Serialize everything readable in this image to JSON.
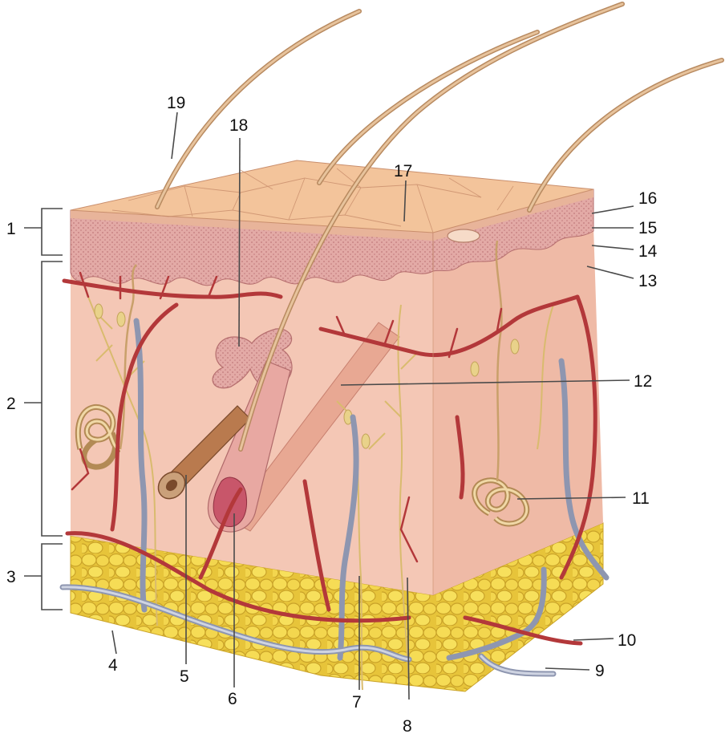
{
  "diagram": {
    "labels": [
      "1",
      "2",
      "3",
      "4",
      "5",
      "6",
      "7",
      "8",
      "9",
      "10",
      "11",
      "12",
      "13",
      "14",
      "15",
      "16",
      "17",
      "18",
      "19"
    ]
  }
}
